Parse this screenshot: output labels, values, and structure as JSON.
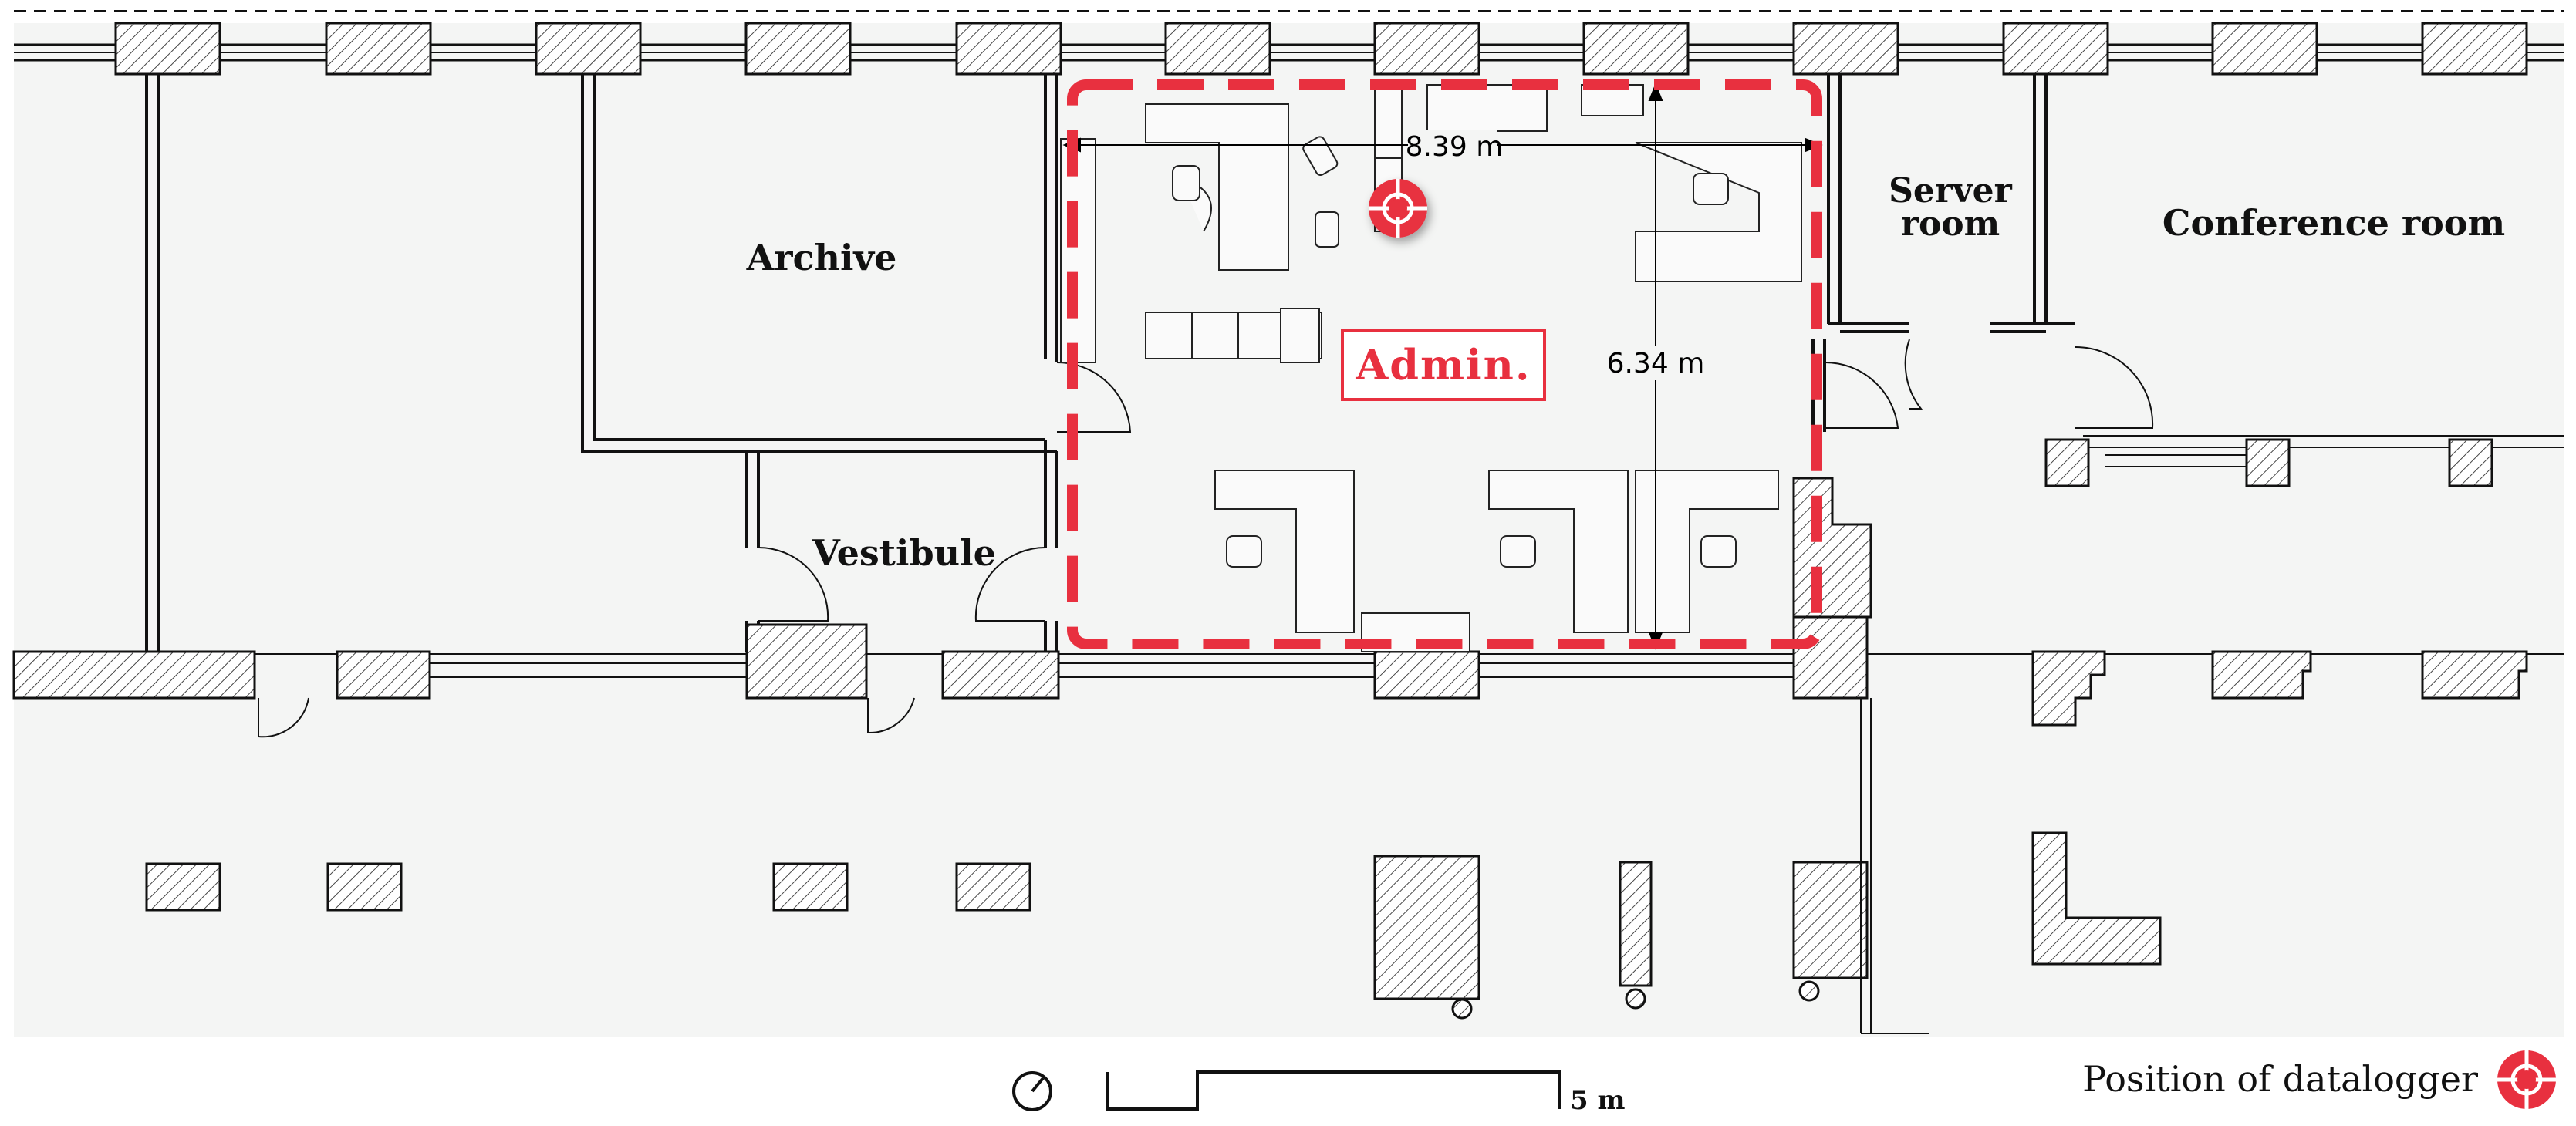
{
  "rooms": {
    "archive": "Archive",
    "vestibule": "Vestibule",
    "server_room_line1": "Server",
    "server_room_line2": "room",
    "conference_room": "Conference room",
    "admin": "Admin."
  },
  "dimensions": {
    "width": "8.39 m",
    "height": "6.34 m"
  },
  "scale_bar": {
    "label": "5 m"
  },
  "legend": {
    "datalogger_label": "Position of datalogger"
  },
  "colors": {
    "accent": "#e8303f",
    "wall": "#111111",
    "floor": "#f4f5f4",
    "pillar_fill": "#ffffff"
  },
  "icons": {
    "datalogger": "crosshair-target-icon",
    "north": "north-arrow-icon"
  }
}
